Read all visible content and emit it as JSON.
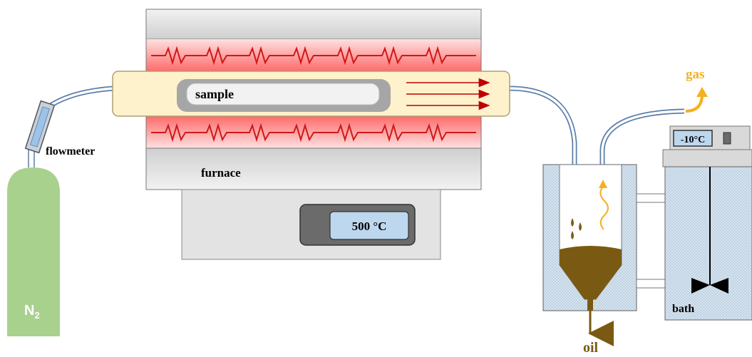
{
  "labels": {
    "sample": "sample",
    "furnace": "furnace",
    "flowmeter": "flowmeter",
    "gas": "gas",
    "oil": "oil",
    "bath": "bath",
    "cylinder": "N",
    "cylinder_sub": "2"
  },
  "readouts": {
    "furnace_temp": "500 °C",
    "bath_temp": "-10°C"
  },
  "colors": {
    "cylinder": "#a9d18e",
    "tube": "#fdf2cc",
    "heater_line": "#e02020",
    "heater_glow": "#ff9a9a",
    "furnace_body": "#d9d9d9",
    "oil": "#7a5a12",
    "gas_arrow": "#f5b020",
    "bath_fill": "#d6e4f0",
    "display": "#bdd7ee"
  }
}
